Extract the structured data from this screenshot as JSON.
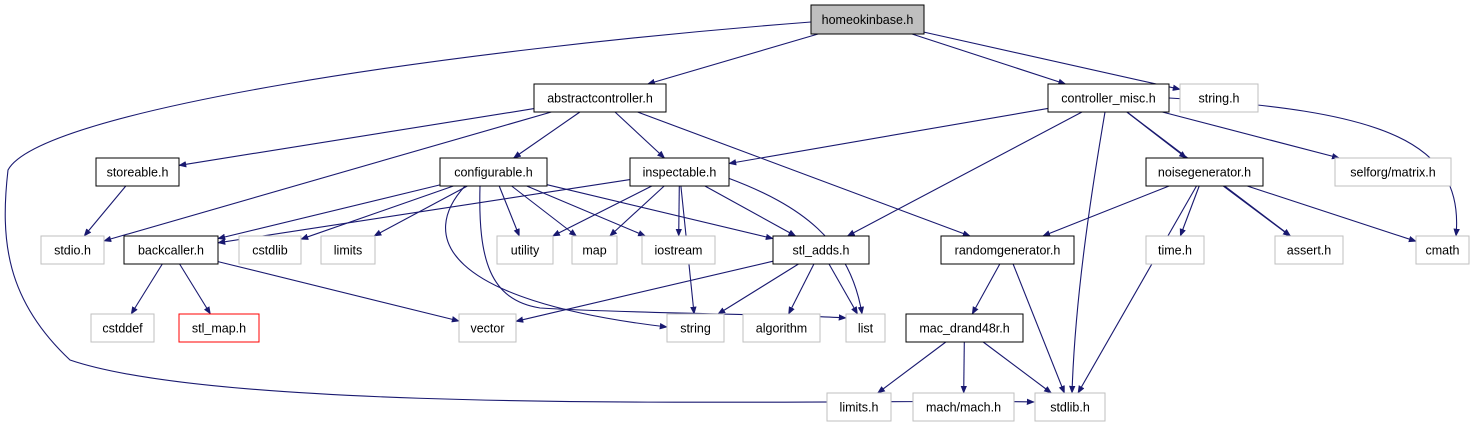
{
  "graph": {
    "edge_color": "#191970",
    "nodes": [
      {
        "id": "homeokinbase",
        "label": "homeokinbase.h",
        "kind": "root"
      },
      {
        "id": "abstractcontroller",
        "label": "abstractcontroller.h",
        "kind": "project"
      },
      {
        "id": "controller_misc",
        "label": "controller_misc.h",
        "kind": "project"
      },
      {
        "id": "string_h",
        "label": "string.h",
        "kind": "external"
      },
      {
        "id": "storeable",
        "label": "storeable.h",
        "kind": "project"
      },
      {
        "id": "configurable",
        "label": "configurable.h",
        "kind": "project"
      },
      {
        "id": "inspectable",
        "label": "inspectable.h",
        "kind": "project"
      },
      {
        "id": "noisegenerator",
        "label": "noisegenerator.h",
        "kind": "project"
      },
      {
        "id": "selforg_matrix",
        "label": "selforg/matrix.h",
        "kind": "external"
      },
      {
        "id": "stdio",
        "label": "stdio.h",
        "kind": "external"
      },
      {
        "id": "backcaller",
        "label": "backcaller.h",
        "kind": "project"
      },
      {
        "id": "cstdlib",
        "label": "cstdlib",
        "kind": "external"
      },
      {
        "id": "limits",
        "label": "limits",
        "kind": "external"
      },
      {
        "id": "utility",
        "label": "utility",
        "kind": "external"
      },
      {
        "id": "map",
        "label": "map",
        "kind": "external"
      },
      {
        "id": "iostream",
        "label": "iostream",
        "kind": "external"
      },
      {
        "id": "stl_adds",
        "label": "stl_adds.h",
        "kind": "project"
      },
      {
        "id": "randomgenerator",
        "label": "randomgenerator.h",
        "kind": "project"
      },
      {
        "id": "time_h",
        "label": "time.h",
        "kind": "external"
      },
      {
        "id": "assert_h",
        "label": "assert.h",
        "kind": "external"
      },
      {
        "id": "cmath",
        "label": "cmath",
        "kind": "external"
      },
      {
        "id": "cstddef",
        "label": "cstddef",
        "kind": "external"
      },
      {
        "id": "stl_map",
        "label": "stl_map.h",
        "kind": "missing"
      },
      {
        "id": "vector",
        "label": "vector",
        "kind": "external"
      },
      {
        "id": "string",
        "label": "string",
        "kind": "external"
      },
      {
        "id": "algorithm",
        "label": "algorithm",
        "kind": "external"
      },
      {
        "id": "list",
        "label": "list",
        "kind": "external"
      },
      {
        "id": "mac_drand48r",
        "label": "mac_drand48r.h",
        "kind": "project"
      },
      {
        "id": "limits_h",
        "label": "limits.h",
        "kind": "external"
      },
      {
        "id": "mach_mach",
        "label": "mach/mach.h",
        "kind": "external"
      },
      {
        "id": "stdlib_h",
        "label": "stdlib.h",
        "kind": "external"
      }
    ],
    "edges": [
      [
        "homeokinbase",
        "abstractcontroller"
      ],
      [
        "homeokinbase",
        "controller_misc"
      ],
      [
        "homeokinbase",
        "string_h"
      ],
      [
        "homeokinbase",
        "stdlib_h"
      ],
      [
        "abstractcontroller",
        "storeable"
      ],
      [
        "abstractcontroller",
        "stdio"
      ],
      [
        "abstractcontroller",
        "configurable"
      ],
      [
        "abstractcontroller",
        "inspectable"
      ],
      [
        "abstractcontroller",
        "randomgenerator"
      ],
      [
        "controller_misc",
        "inspectable"
      ],
      [
        "controller_misc",
        "stl_adds"
      ],
      [
        "controller_misc",
        "noisegenerator"
      ],
      [
        "controller_misc",
        "selforg_matrix"
      ],
      [
        "controller_misc",
        "assert_h"
      ],
      [
        "controller_misc",
        "cmath"
      ],
      [
        "controller_misc",
        "stdlib_h"
      ],
      [
        "storeable",
        "stdio"
      ],
      [
        "configurable",
        "backcaller"
      ],
      [
        "configurable",
        "cstdlib"
      ],
      [
        "configurable",
        "limits"
      ],
      [
        "configurable",
        "utility"
      ],
      [
        "configurable",
        "map"
      ],
      [
        "configurable",
        "iostream"
      ],
      [
        "configurable",
        "stl_adds"
      ],
      [
        "configurable",
        "string"
      ],
      [
        "configurable",
        "list"
      ],
      [
        "inspectable",
        "utility"
      ],
      [
        "inspectable",
        "map"
      ],
      [
        "inspectable",
        "iostream"
      ],
      [
        "inspectable",
        "stl_adds"
      ],
      [
        "inspectable",
        "string"
      ],
      [
        "inspectable",
        "list"
      ],
      [
        "inspectable",
        "backcaller"
      ],
      [
        "backcaller",
        "cstddef"
      ],
      [
        "backcaller",
        "stl_map"
      ],
      [
        "backcaller",
        "vector"
      ],
      [
        "stl_adds",
        "vector"
      ],
      [
        "stl_adds",
        "string"
      ],
      [
        "stl_adds",
        "algorithm"
      ],
      [
        "stl_adds",
        "list"
      ],
      [
        "noisegenerator",
        "randomgenerator"
      ],
      [
        "noisegenerator",
        "time_h"
      ],
      [
        "noisegenerator",
        "assert_h"
      ],
      [
        "noisegenerator",
        "cmath"
      ],
      [
        "noisegenerator",
        "stdlib_h"
      ],
      [
        "randomgenerator",
        "mac_drand48r"
      ],
      [
        "randomgenerator",
        "stdlib_h"
      ],
      [
        "mac_drand48r",
        "limits_h"
      ],
      [
        "mac_drand48r",
        "mach_mach"
      ],
      [
        "mac_drand48r",
        "stdlib_h"
      ]
    ]
  }
}
